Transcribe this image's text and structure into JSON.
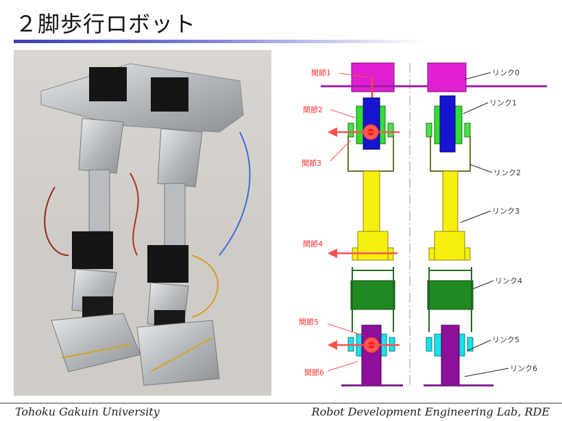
{
  "slide": {
    "title": "２脚歩行ロボット",
    "footer_left": "Tohoku Gakuin University",
    "footer_right": "Robot Development Engineering Lab, RDE"
  },
  "diagram": {
    "joint_labels": [
      "関節1",
      "関節2",
      "関節3",
      "関節4",
      "関節5",
      "関節6"
    ],
    "link_labels": [
      "リンク0",
      "リンク1",
      "リンク2",
      "リンク3",
      "リンク4",
      "リンク5",
      "リンク6"
    ],
    "colors": {
      "joint_label": "#ff3030",
      "link_label": "#333333",
      "magenta": "#e01fd0",
      "blue": "#1515d0",
      "green": "#33dd33",
      "yellow": "#f5ee0f",
      "dark_green": "#1f8a22",
      "cyan": "#19e1ea",
      "purple": "#8d0f9a"
    }
  },
  "photo": {
    "description_icon": "robot-photo"
  }
}
